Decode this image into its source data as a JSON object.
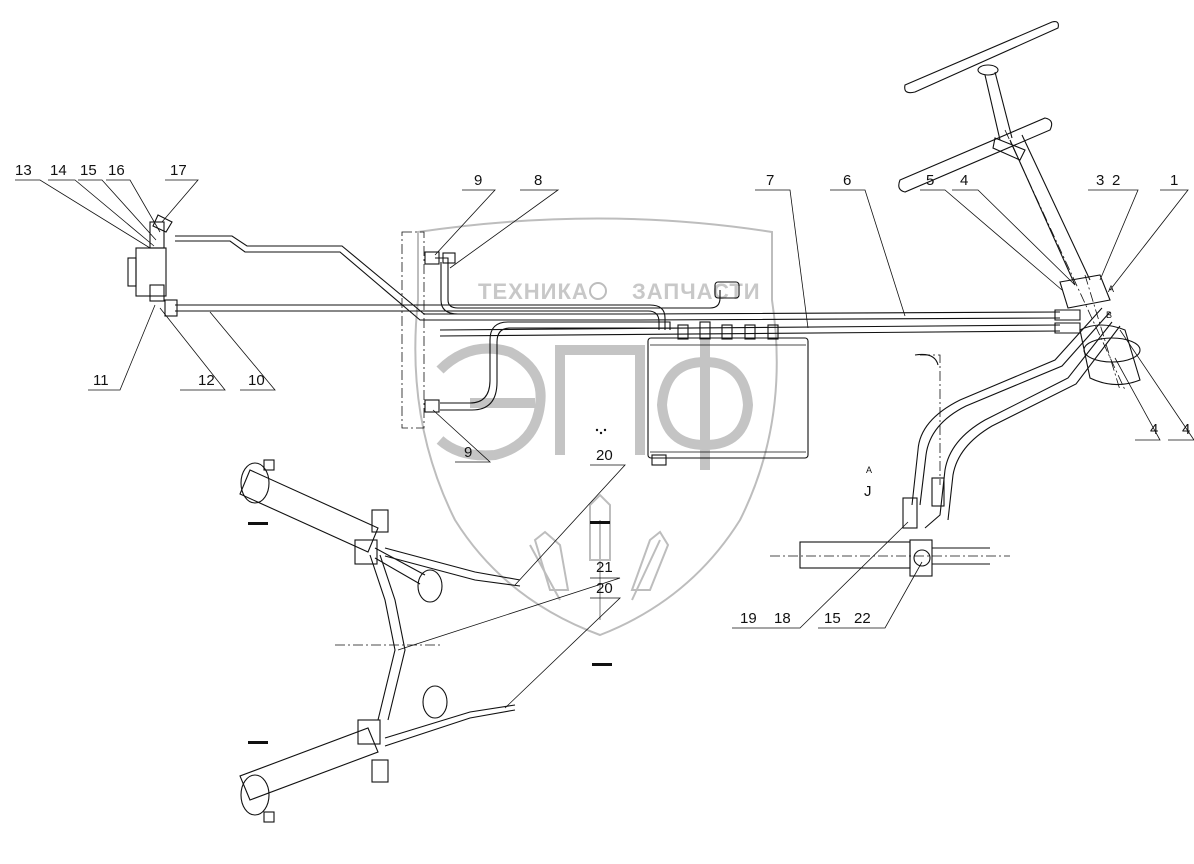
{
  "watermark": {
    "brand_line": "ТЕХНИКА",
    "brand_line2": "ЗАПЧАСТИ",
    "logo_letters": "ЭПФ",
    "color": "#c4c4c4"
  },
  "callouts": {
    "c1": "1",
    "c2": "2",
    "c3": "3",
    "c4a": "4",
    "c4b": "4",
    "c4c": "4",
    "c5": "5",
    "c6": "6",
    "c7": "7",
    "c8": "8",
    "c9a": "9",
    "c9b": "9",
    "c10": "10",
    "c11": "11",
    "c12": "12",
    "c13": "13",
    "c14": "14",
    "c15a": "15",
    "c15b": "15",
    "c16": "16",
    "c17": "17",
    "c18": "18",
    "c19": "19",
    "c20a": "20",
    "c20b": "20",
    "c21": "21",
    "c22": "22"
  },
  "view_labels": {
    "port_a": "A",
    "port_b": "B",
    "view_a": "A",
    "view_a_mark": "J"
  }
}
